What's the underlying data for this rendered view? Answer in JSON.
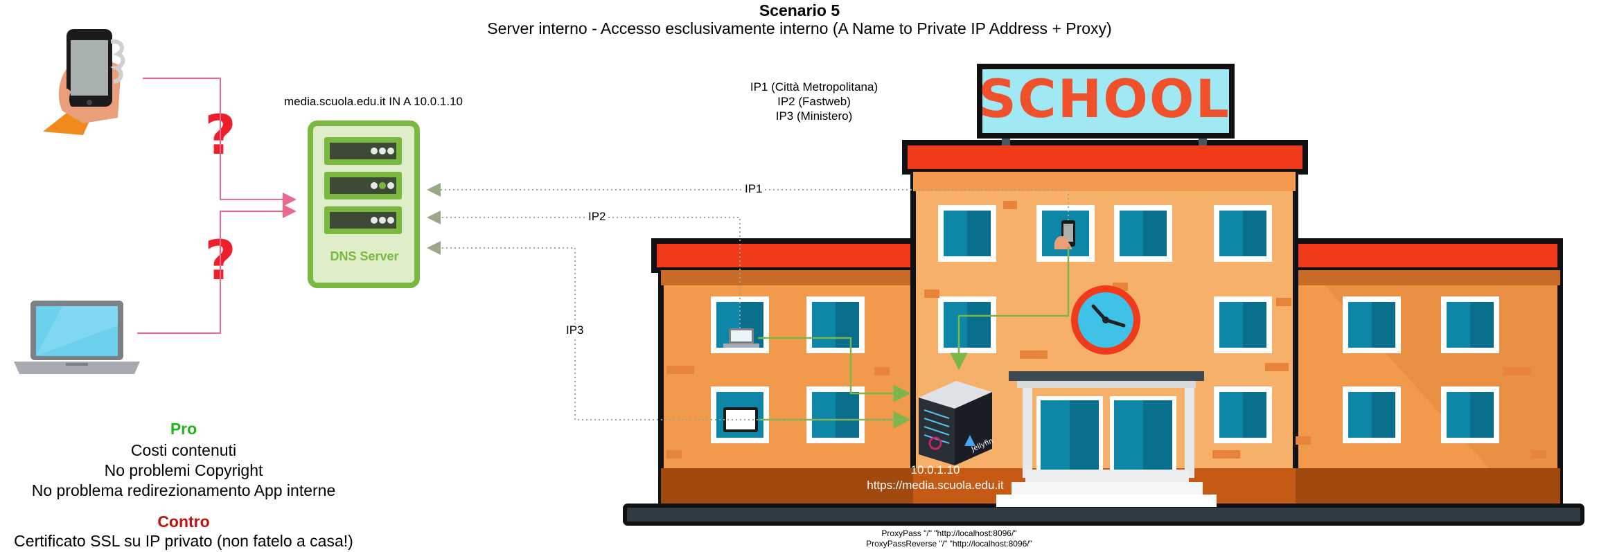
{
  "header": {
    "title": "Scenario 5",
    "subtitle": "Server interno - Accesso esclusivamente interno (A Name to Private IP Address + Proxy)"
  },
  "dns": {
    "record": "media.scuola.edu.it IN A 10.0.1.10",
    "server_label": "DNS Server"
  },
  "ip_list": [
    "IP1 (Città Metropolitana)",
    "IP2 (Fastweb)",
    "IP3 (Ministero)"
  ],
  "connections": {
    "ip1": "IP1",
    "ip2": "IP2",
    "ip3": "IP3"
  },
  "pro": {
    "title": "Pro",
    "items": [
      "Costi contenuti",
      "No problemi Copyright",
      "No problema redirezionamento App interne"
    ]
  },
  "contro": {
    "title": "Contro",
    "items": [
      "Certificato SSL su IP privato (non fatelo a casa!)"
    ]
  },
  "server": {
    "ip": "10.0.1.10",
    "url": "https://media.scuola.edu.it",
    "brand": "Jellyfin"
  },
  "proxy": {
    "lines": [
      "ProxyPass \"/\" \"http://localhost:8096/\"",
      "ProxyPassReverse \"/\" \"http://localhost:8096/\""
    ]
  },
  "school": {
    "sign": "SCHOOL"
  },
  "colors": {
    "pro": "#22b41e",
    "contro": "#c0120f",
    "dns_green": "#7ab842",
    "link_pink": "#e86a8c",
    "link_green": "#7cb54a",
    "roof_red": "#f03a1c",
    "wall_orange": "#f7a65e"
  },
  "icons": [
    "smartphone-icon",
    "laptop-icon",
    "question-mark-icon",
    "dns-server-icon",
    "school-building",
    "media-server-icon",
    "clock-icon"
  ]
}
